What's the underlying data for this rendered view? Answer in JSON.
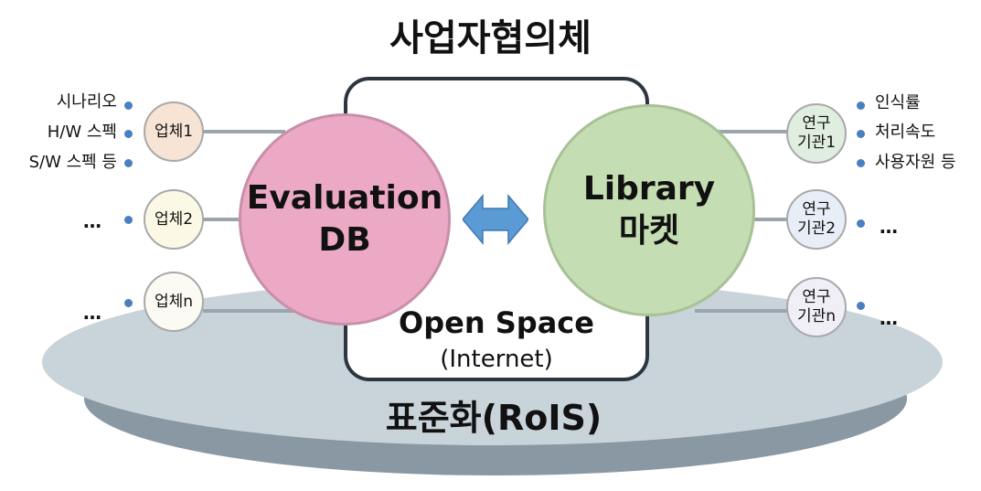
{
  "title": "사업자협의체",
  "platform_label": "표준화(RoIS)",
  "open_space": {
    "title": "Open Space",
    "subtitle": "(Internet)"
  },
  "evaluation_db": {
    "line1": "Evaluation",
    "line2": "DB"
  },
  "library_market": {
    "line1": "Library",
    "line2": "마켓"
  },
  "companies": [
    {
      "label": "업체1"
    },
    {
      "label": "업체2"
    },
    {
      "label": "업체n"
    }
  ],
  "company_items": [
    "시나리오",
    "H/W 스펙",
    "S/W 스펙 등"
  ],
  "institutes": [
    {
      "line1": "연구",
      "line2": "기관1"
    },
    {
      "line1": "연구",
      "line2": "기관2"
    },
    {
      "line1": "연구",
      "line2": "기관n"
    }
  ],
  "institute_items": [
    "인식률",
    "처리속도",
    "사용자원 등"
  ],
  "ellipsis": "…",
  "colors": {
    "evaluation_circle": "#eca9c6",
    "library_circle": "#c4ddb2",
    "platform": "#c9d3da",
    "platform_shadow": "#8a98a4",
    "bullet": "#4a7fc0",
    "arrow": "#5b9bd5"
  }
}
